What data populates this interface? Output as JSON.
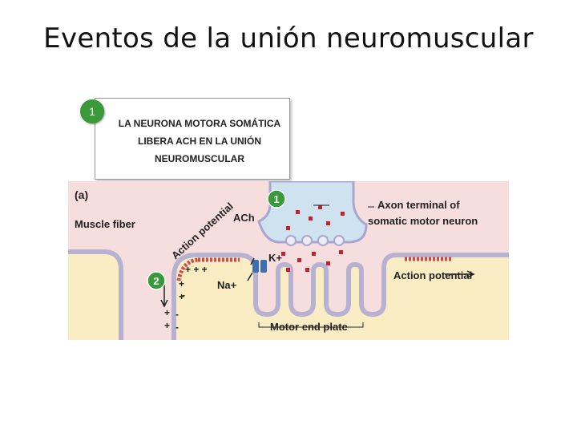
{
  "slide": {
    "title": "Eventos de la unión neuromuscular"
  },
  "caption": {
    "step": "1",
    "text": "LA NEURONA MOTORA SOMÁTICA LIBERA ACh EN LA UNIÓN NEUROMUSCULAR"
  },
  "diagram": {
    "panel_label": "(a)",
    "step1": "1",
    "step2": "2",
    "muscle_fiber": "Muscle fiber",
    "ach": "ACh",
    "axon_terminal_line1": "Axon terminal of",
    "axon_terminal_line2": "somatic motor neuron",
    "action_potential_curved": "Action potential",
    "k_ion": "K+",
    "na_ion": "Na+",
    "action_potential_right": "Action potential",
    "motor_end_plate": "Motor end plate",
    "plus_signs": "+ + +",
    "colors": {
      "background": "#f7dede",
      "cytoplasm": "#faedc4",
      "membrane": "#b8b2d2",
      "ach_dots": "#c8202a",
      "badge": "#3a9a3a",
      "terminal": "#cfe2ef"
    }
  }
}
